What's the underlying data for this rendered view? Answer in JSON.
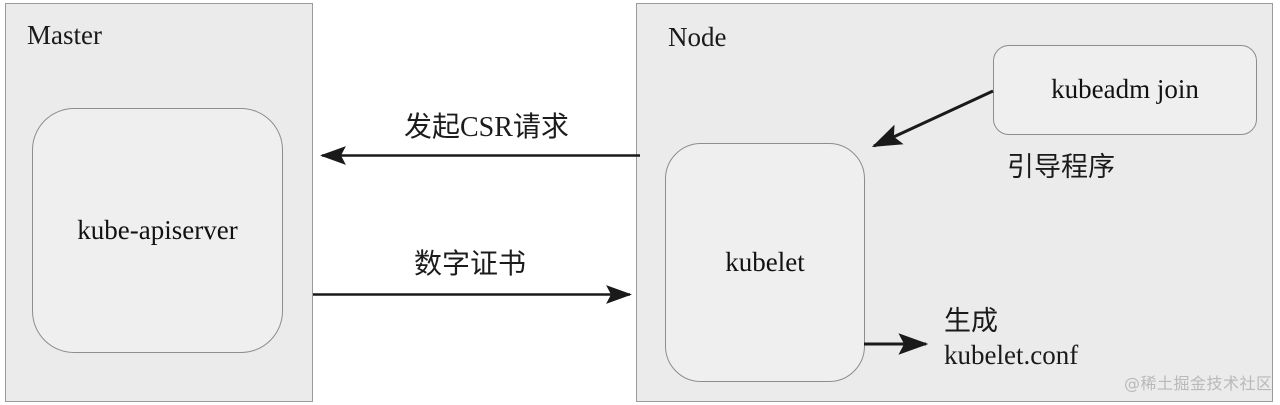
{
  "diagram": {
    "title_master": "Master",
    "title_node": "Node",
    "background_color": "#ffffff",
    "zone_fill": "#ebebeb",
    "zone_stroke": "#9a9a9a",
    "box_fill": "#efefef",
    "box_stroke": "#8d8d8d",
    "arrow_color": "#1a1a1a",
    "text_color": "#1a1a1a"
  },
  "master": {
    "title": "Master",
    "component": {
      "label": "kube-apiserver"
    }
  },
  "node": {
    "title": "Node",
    "component": {
      "label": "kubelet"
    },
    "bootstrap": {
      "command_label": "kubeadm join",
      "caption": "引导程序"
    },
    "output": {
      "line1": "生成",
      "line2": "kubelet.conf"
    }
  },
  "edges": [
    {
      "label": "发起CSR请求",
      "direction": "node-to-master",
      "from": "kubelet",
      "to": "kube-apiserver"
    },
    {
      "label": "数字证书",
      "direction": "master-to-node",
      "from": "kube-apiserver",
      "to": "kubelet"
    },
    {
      "label": "",
      "direction": "kubeadm-join-to-kubelet",
      "from": "kubeadm join",
      "to": "kubelet"
    },
    {
      "label": "生成 kubelet.conf",
      "direction": "kubelet-to-output",
      "from": "kubelet",
      "to": "kubelet.conf"
    }
  ],
  "watermark": {
    "text": "@稀土掘金技术社区"
  }
}
